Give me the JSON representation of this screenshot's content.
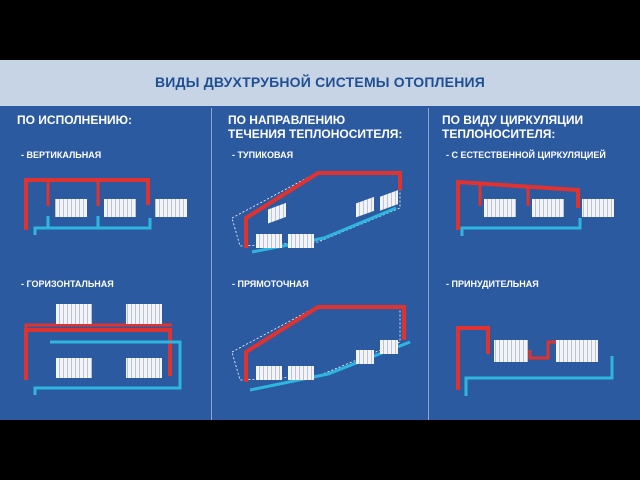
{
  "title": "ВИДЫ ДВУХТРУБНОЙ СИСТЕМЫ ОТОПЛЕНИЯ",
  "columns": [
    {
      "heading_lines": [
        "ПО ИСПОЛНЕНИЮ:"
      ],
      "items": [
        "- ВЕРТИКАЛЬНАЯ",
        "- ГОРИЗОНТАЛЬНАЯ"
      ]
    },
    {
      "heading_lines": [
        "ПО НАПРАВЛЕНИЮ",
        "ТЕЧЕНИЯ ТЕПЛОНОСИТЕЛЯ:"
      ],
      "items": [
        "- ТУПИКОВАЯ",
        "- ПРЯМОТОЧНАЯ"
      ]
    },
    {
      "heading_lines": [
        "ПО ВИДУ ЦИРКУЛЯЦИИ",
        "ТЕПЛОНОСИТЕЛЯ:"
      ],
      "items": [
        "- С ЕСТЕСТВЕННОЙ ЦИРКУЛЯЦИЕЙ",
        "- ПРИНУДИТЕЛЬНАЯ"
      ]
    }
  ],
  "colors": {
    "background": "#2c5aa0",
    "title_band": "#c6d4e6",
    "title_text": "#1f4f93",
    "supply_pipe": "#e0322f",
    "return_pipe": "#2fb6e0",
    "radiator": "#f2f4f7"
  }
}
